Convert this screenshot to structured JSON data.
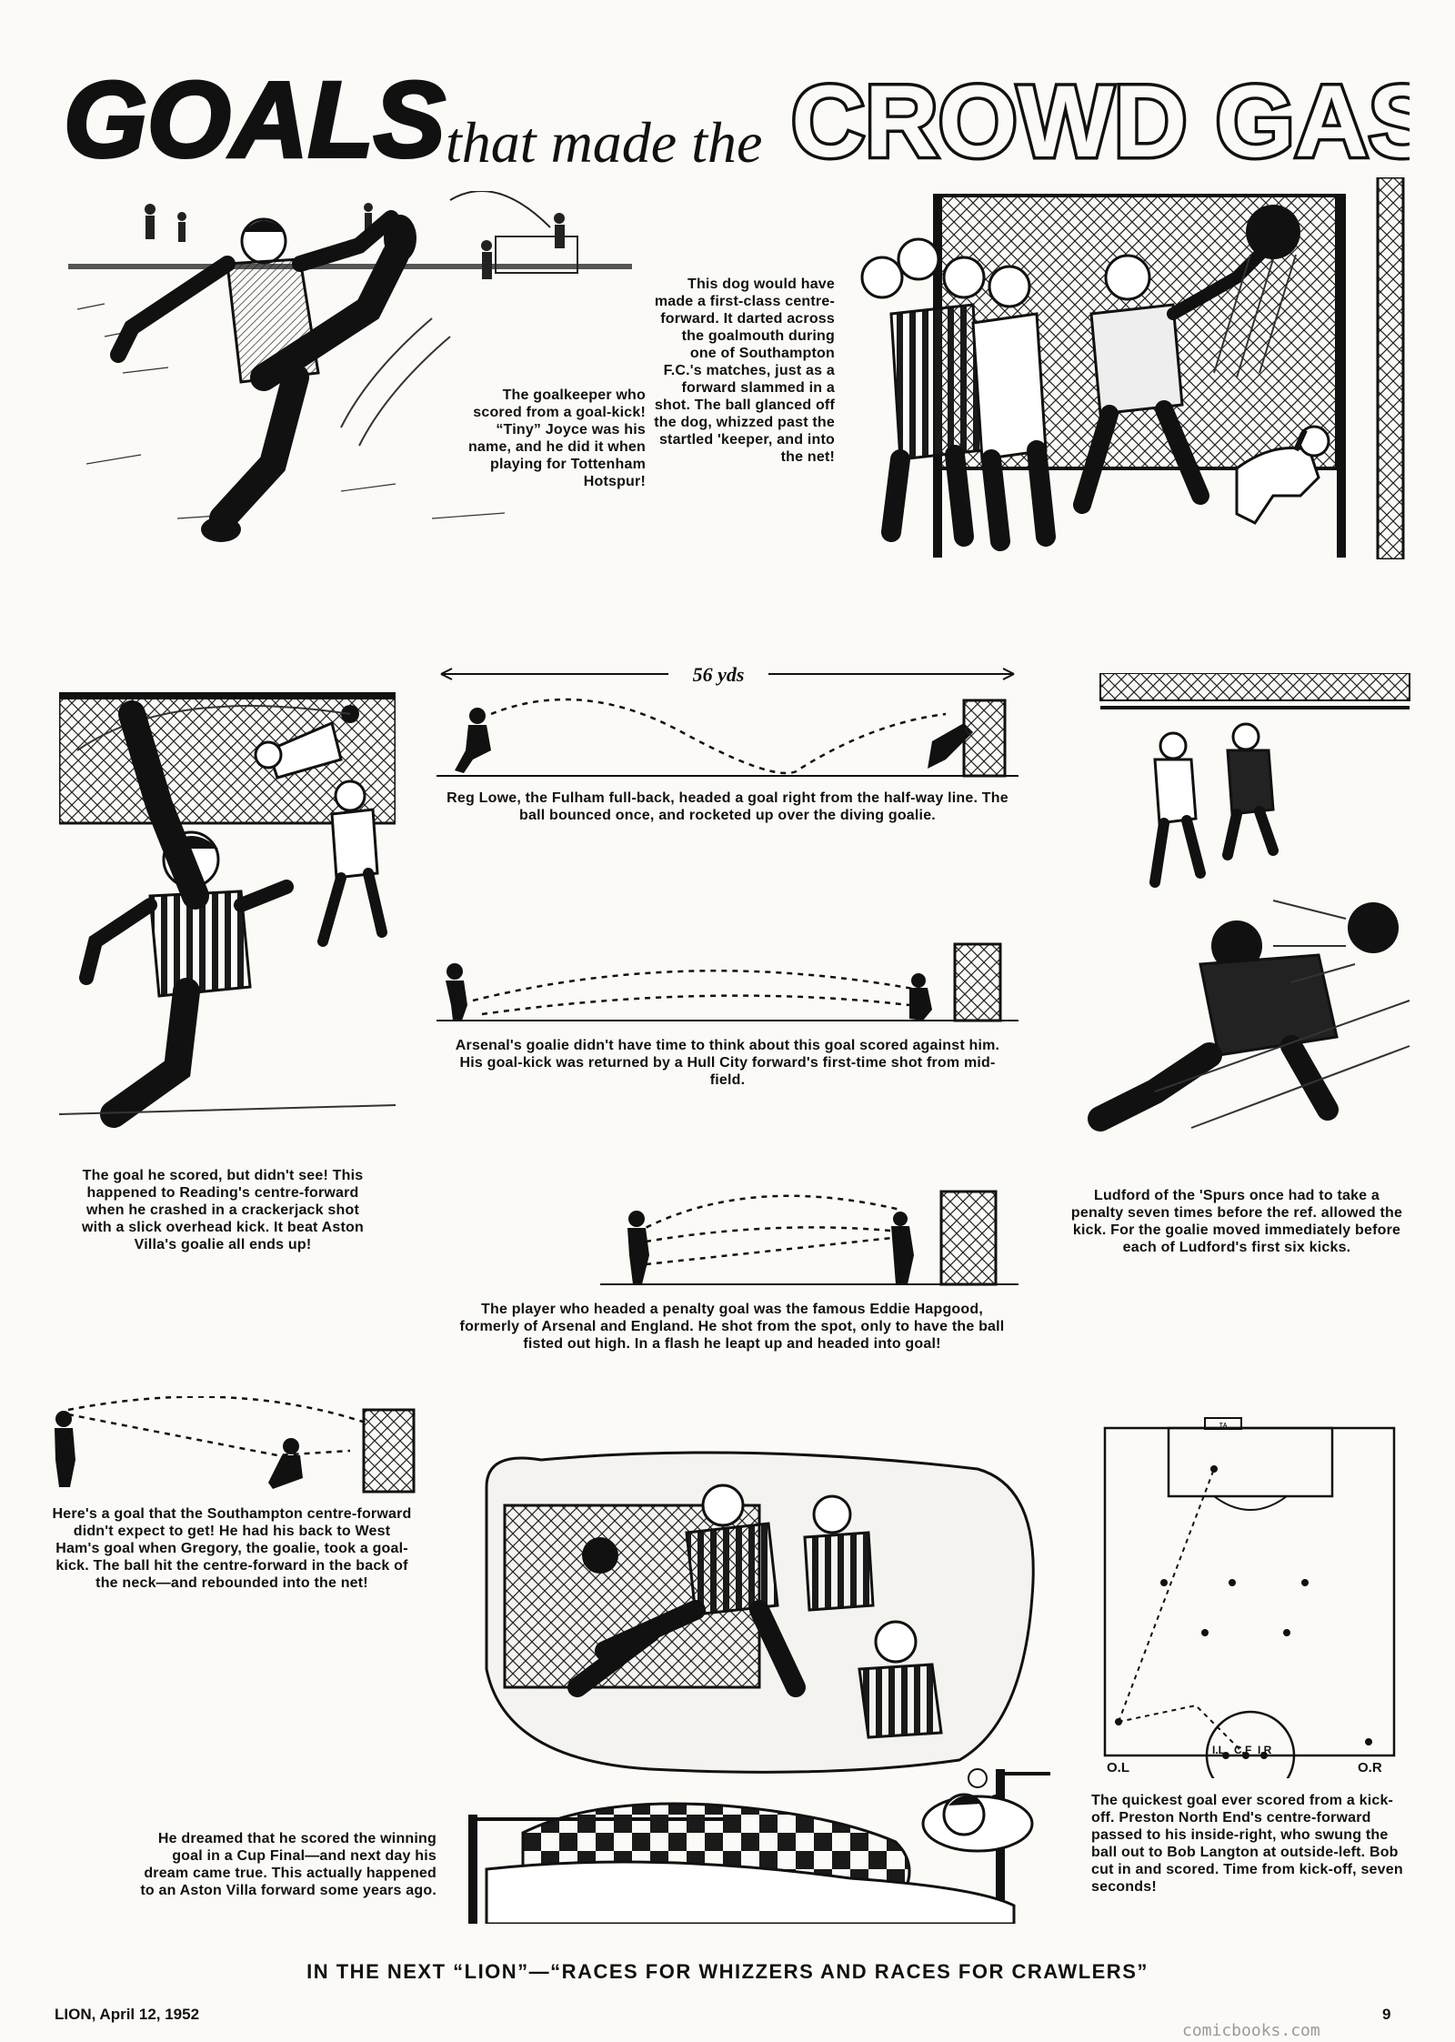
{
  "title": {
    "goals": "GOALS",
    "middle": "that made the",
    "crowd": "CROWD GASP"
  },
  "stories": {
    "joyce": "The goalkeeper who scored from a goal-kick! “Tiny” Joyce was his name, and he did it when playing for Tottenham Hotspur!",
    "dog": "This dog would have made a first-class centre-forward. It darted across the goalmouth during one of Southampton F.C.'s matches, just as a forward slammed in a shot. The ball glanced off the dog, whizzed past the startled 'keeper, and into the net!",
    "reading": "The goal he scored, but didn't see! This happened to Reading's centre-forward when he crashed in a crackerjack shot with a slick overhead kick. It beat Aston Villa's goalie all ends up!",
    "lowe": "Reg Lowe, the Fulham full-back, headed a goal right from the half-way line. The ball bounced once, and rocketed up over the diving goalie.",
    "arsenal": "Arsenal's goalie didn't have time to think about this goal scored against him. His goal-kick was returned by a Hull City forward's first-time shot from mid-field.",
    "ludford": "Ludford of the 'Spurs once had to take a penalty seven times before the ref. allowed the kick. For the goalie moved immediately before each of Ludford's first six kicks.",
    "hapgood": "The player who headed a penalty goal was the famous Eddie Hapgood, formerly of Arsenal and England. He shot from the spot, only to have the ball fisted out high. In a flash he leapt up and headed into goal!",
    "southampton": "Here's a goal that the Southampton centre-forward didn't expect to get! He had his back to West Ham's goal when Gregory, the goalie, took a goal-kick. The ball hit the centre-forward in the back of the neck—and rebounded into the net!",
    "dream": "He dreamed that he scored the winning goal in a Cup Final—and next day his dream came true. This actually happened to an Aston Villa forward some years ago.",
    "quickest": "The quickest goal ever scored from a kick-off. Preston North End's centre-forward passed to his inside-right, who swung the ball out to Bob Langton at outside-left. Bob cut in and scored. Time from kick-off, seven seconds!"
  },
  "diagram_labels": {
    "distance": "56 yds",
    "ol": "O.L",
    "il": "I.L",
    "cf": "C.F",
    "ir": "I.R",
    "or": "O.R"
  },
  "footer": {
    "next": "IN THE NEXT “LION”—“RACES FOR WHIZZERS AND RACES FOR CRAWLERS”",
    "issue": "LION, April 12, 1952",
    "page": "9",
    "watermark": "comicbooks.com"
  }
}
